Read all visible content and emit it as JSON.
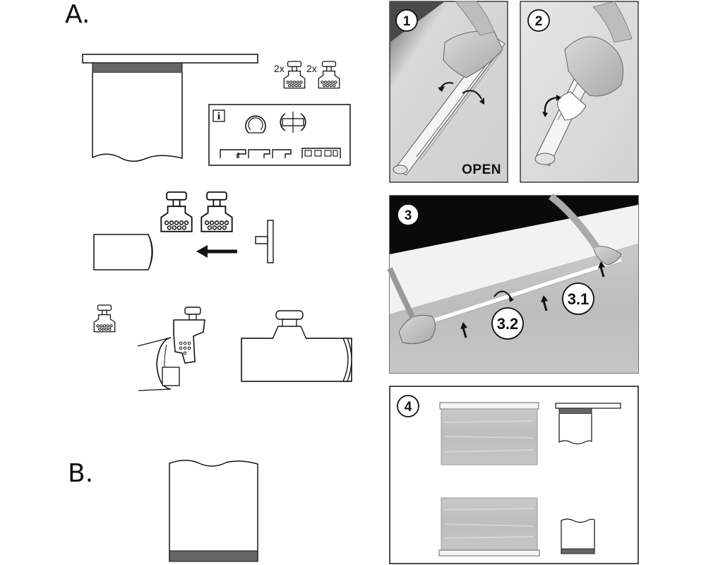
{
  "section_a": {
    "label": "A.",
    "qty_a": "2x",
    "qty_b": "2x",
    "info_icon": "i"
  },
  "section_b": {
    "label": "B."
  },
  "steps": {
    "s1": {
      "num": "1",
      "caption": "OPEN"
    },
    "s2": {
      "num": "2"
    },
    "s3": {
      "num": "3",
      "sub1": "3.1",
      "sub2": "3.2"
    },
    "s4": {
      "num": "4"
    }
  }
}
